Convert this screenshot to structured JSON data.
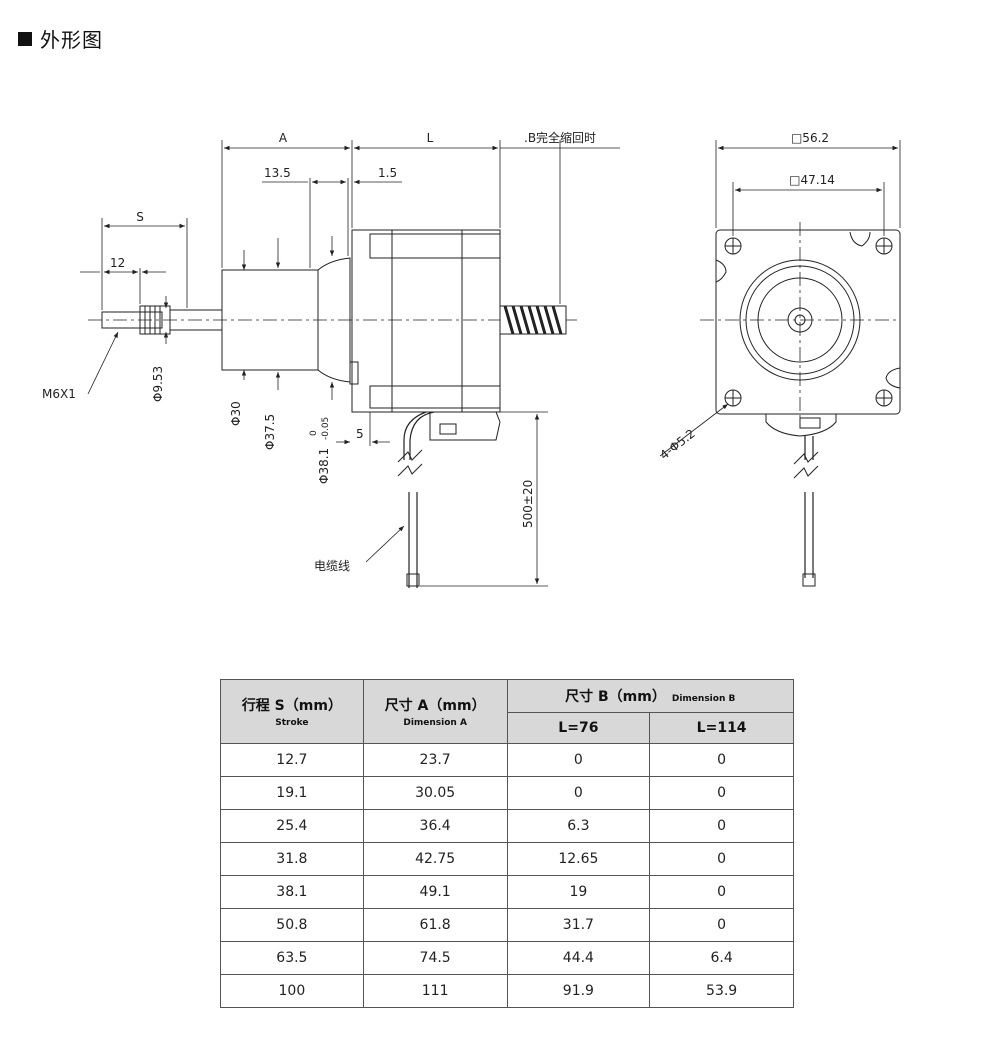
{
  "heading": "外形图",
  "side_view": {
    "dim_A": "A",
    "dim_L": "L",
    "dim_B_note": ".B完全缩回时",
    "dim_13_5": "13.5",
    "dim_1_5": "1.5",
    "dim_S": "S",
    "dim_12": "12",
    "thread": "M6X1",
    "dia_9_53": "Φ9.53",
    "dia_30": "Φ30",
    "dia_37_5": "Φ37.5",
    "dia_38_1": "Φ38.1",
    "tol_upper": "0",
    "tol_lower": "-0.05",
    "dim_5": "5",
    "dim_500": "500±20",
    "cable": "电缆线"
  },
  "front_view": {
    "square_56": "□56.2",
    "square_47": "□47.14",
    "holes": "4-Φ5.2"
  },
  "table": {
    "col1": {
      "zh": "行程 S（mm）",
      "en": "Stroke"
    },
    "col2": {
      "zh": "尺寸 A（mm）",
      "en": "Dimension A"
    },
    "col3": {
      "zh": "尺寸 B（mm）",
      "en": "Dimension B"
    },
    "sub1": "L=76",
    "sub2": "L=114",
    "rows": [
      [
        "12.7",
        "23.7",
        "0",
        "0"
      ],
      [
        "19.1",
        "30.05",
        "0",
        "0"
      ],
      [
        "25.4",
        "36.4",
        "6.3",
        "0"
      ],
      [
        "31.8",
        "42.75",
        "12.65",
        "0"
      ],
      [
        "38.1",
        "49.1",
        "19",
        "0"
      ],
      [
        "50.8",
        "61.8",
        "31.7",
        "0"
      ],
      [
        "63.5",
        "74.5",
        "44.4",
        "6.4"
      ],
      [
        "100",
        "111",
        "91.9",
        "53.9"
      ]
    ]
  }
}
